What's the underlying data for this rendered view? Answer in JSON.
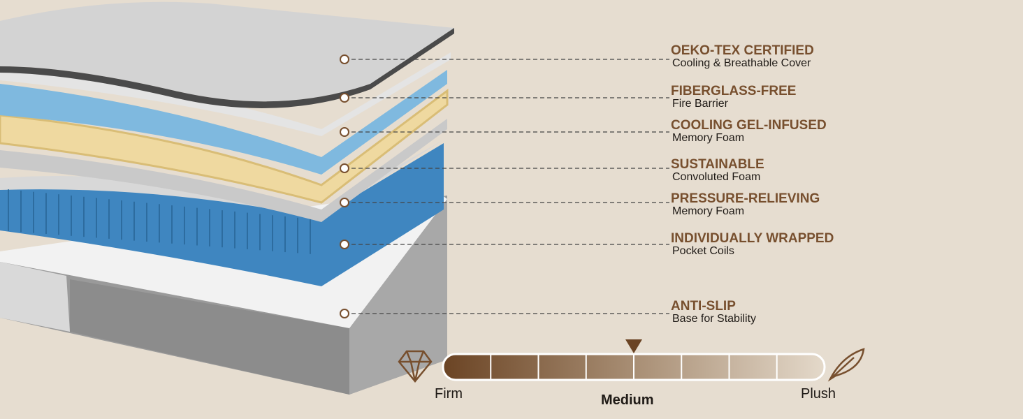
{
  "layers": [
    {
      "title": "OEKO-TEX CERTIFIED",
      "subtitle": "Cooling & Breathable Cover"
    },
    {
      "title": "FIBERGLASS-FREE",
      "subtitle": "Fire Barrier"
    },
    {
      "title": "COOLING GEL-INFUSED",
      "subtitle": "Memory Foam"
    },
    {
      "title": "SUSTAINABLE",
      "subtitle": "Convoluted Foam"
    },
    {
      "title": "PRESSURE-RELIEVING",
      "subtitle": "Memory Foam"
    },
    {
      "title": "INDIVIDUALLY WRAPPED",
      "subtitle": "Pocket Coils"
    },
    {
      "title": "ANTI-SLIP",
      "subtitle": "Base for Stability"
    }
  ],
  "firmness": {
    "left_label": "Firm",
    "middle_label": "Medium",
    "right_label": "Plush",
    "segments": 8,
    "marker_position": 0.5,
    "left_icon": "diamond-icon",
    "right_icon": "feather-icon"
  },
  "colors": {
    "accent": "#774f2e",
    "background": "#e6ddd0",
    "gel": "#7fb9df",
    "coil": "#3f86c0",
    "foam": "#efd9a0"
  }
}
